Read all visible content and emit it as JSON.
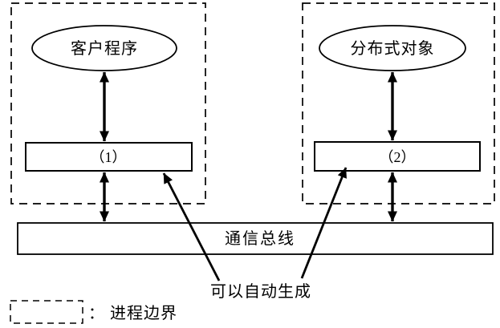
{
  "diagram": {
    "left_process": {
      "node_label": "客户程序",
      "box_label": "（1）"
    },
    "right_process": {
      "node_label": "分布式对象",
      "box_label": "（2）"
    },
    "bus_label": "通信总线",
    "annotation_label": "可以自动生成",
    "legend_label": "： 进程边界",
    "colors": {
      "line": "#000000",
      "background": "#ffffff"
    }
  }
}
